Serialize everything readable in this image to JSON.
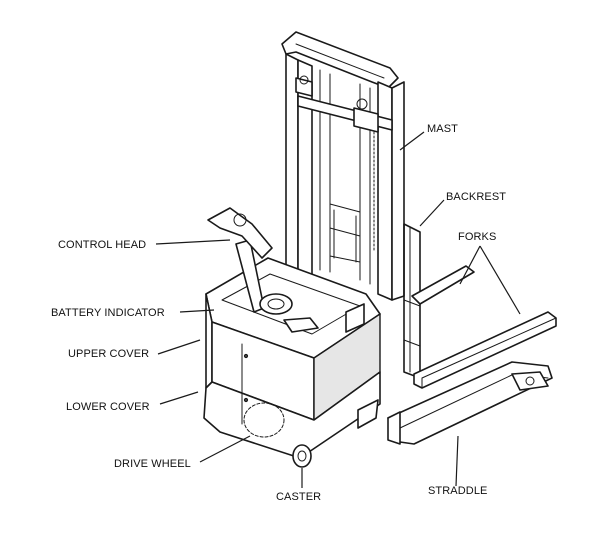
{
  "labels": {
    "mast": "MAST",
    "backrest": "BACKREST",
    "forks": "FORKS",
    "control_head": "CONTROL HEAD",
    "battery_indicator": "BATTERY INDICATOR",
    "upper_cover": "UPPER COVER",
    "lower_cover": "LOWER COVER",
    "drive_wheel": "DRIVE WHEEL",
    "caster": "CASTER",
    "straddle": "STRADDLE"
  }
}
